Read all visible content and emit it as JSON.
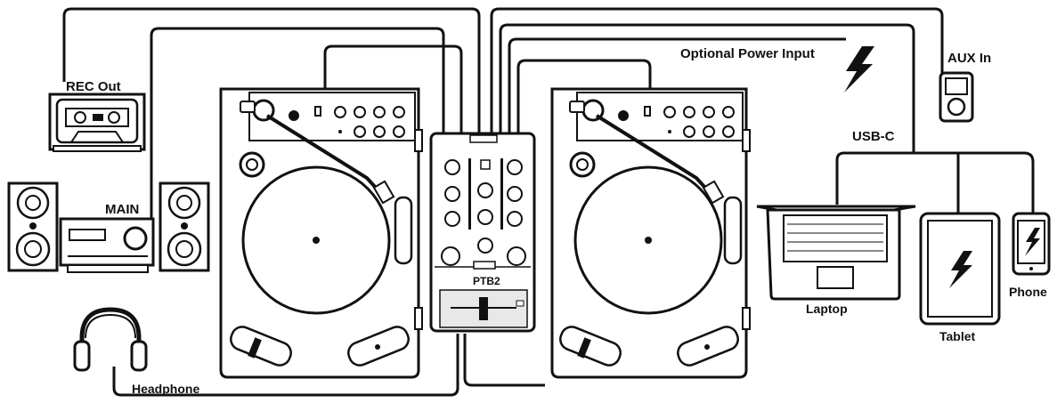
{
  "labels": {
    "rec_out": "REC Out",
    "main": "MAIN",
    "headphone": "Headphone",
    "optional_power": "Optional Power Input",
    "aux_in": "AUX In",
    "usb_c": "USB-C",
    "laptop": "Laptop",
    "tablet": "Tablet",
    "phone": "Phone",
    "mixer_model": "PTB2"
  },
  "icons": {
    "power": "lightning-bolt-icon",
    "tablet_power": "lightning-bolt-icon",
    "phone_power": "lightning-bolt-icon"
  },
  "colors": {
    "line": "#111111",
    "fill": "#ffffff",
    "panel": "#e8e8e8"
  }
}
